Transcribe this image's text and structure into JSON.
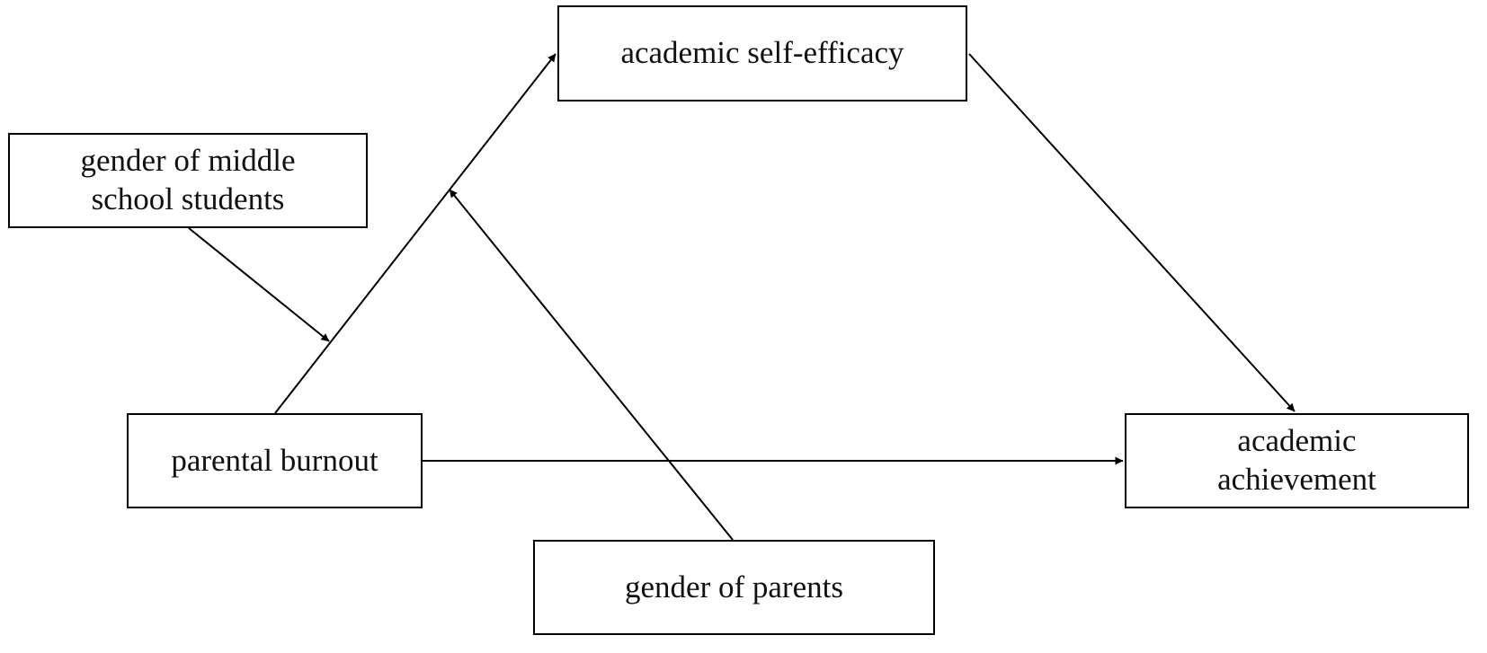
{
  "diagram": {
    "nodes": {
      "self_efficacy": "academic self-efficacy",
      "gender_students": "gender of middle\nschool students",
      "parental_burnout": "parental burnout",
      "achievement": "academic\nachievement",
      "gender_parents": "gender of parents"
    },
    "edges": [
      {
        "from": "parental_burnout",
        "to": "self_efficacy",
        "kind": "path"
      },
      {
        "from": "self_efficacy",
        "to": "achievement",
        "kind": "path"
      },
      {
        "from": "parental_burnout",
        "to": "achievement",
        "kind": "path"
      },
      {
        "from": "gender_students",
        "to": "parental_burnout->self_efficacy",
        "kind": "moderation"
      },
      {
        "from": "gender_parents",
        "to": "parental_burnout->self_efficacy",
        "kind": "moderation"
      }
    ],
    "colors": {
      "line": "#000000",
      "text": "#111111",
      "box_border": "#000000",
      "background": "#ffffff"
    }
  }
}
